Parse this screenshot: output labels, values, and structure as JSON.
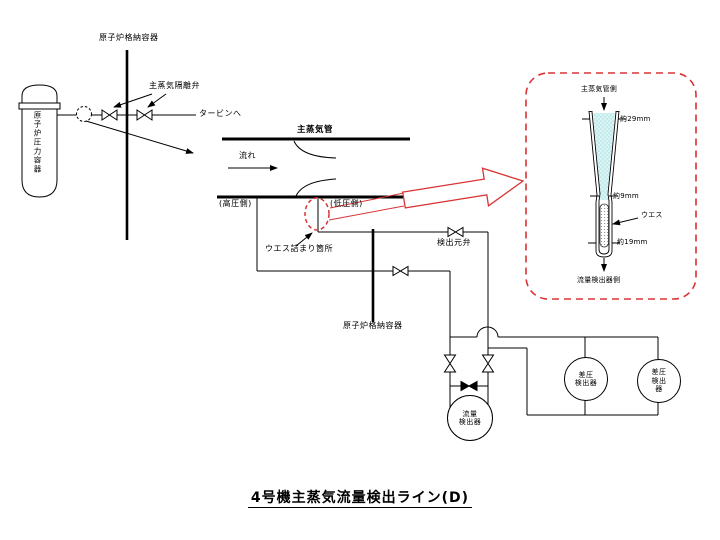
{
  "title": "4号機主蒸気流量検出ライン(D)",
  "colors": {
    "line": "#000000",
    "accent_red": "#d93434",
    "steam_fill": "#d9f4f4"
  },
  "labels": {
    "containment_top": "原子炉格納容器",
    "rpv_vertical": "原子炉圧力容器",
    "msiv": "主蒸気隔離弁",
    "to_turbine": "タービンへ",
    "main_steam_pipe": "主蒸気管",
    "flow": "流れ",
    "hp_side": "(高圧側)",
    "lp_side": "(低圧側)",
    "wes_clog": "ウエス詰まり箇所",
    "root_valve": "検出元弁",
    "containment_bottom": "原子炉格納容器"
  },
  "detectors": {
    "flow": [
      "流量",
      "検出器"
    ],
    "dp1": [
      "差圧",
      "検出器"
    ],
    "dp2": [
      "差圧",
      "検出",
      "器"
    ]
  },
  "detail": {
    "steam_side": "主蒸気管側",
    "dim_top": "約29mm",
    "dim_throat": "約9mm",
    "wes": "ウエス",
    "dim_bottom": "約19mm",
    "detector_side": "流量検出器側"
  }
}
